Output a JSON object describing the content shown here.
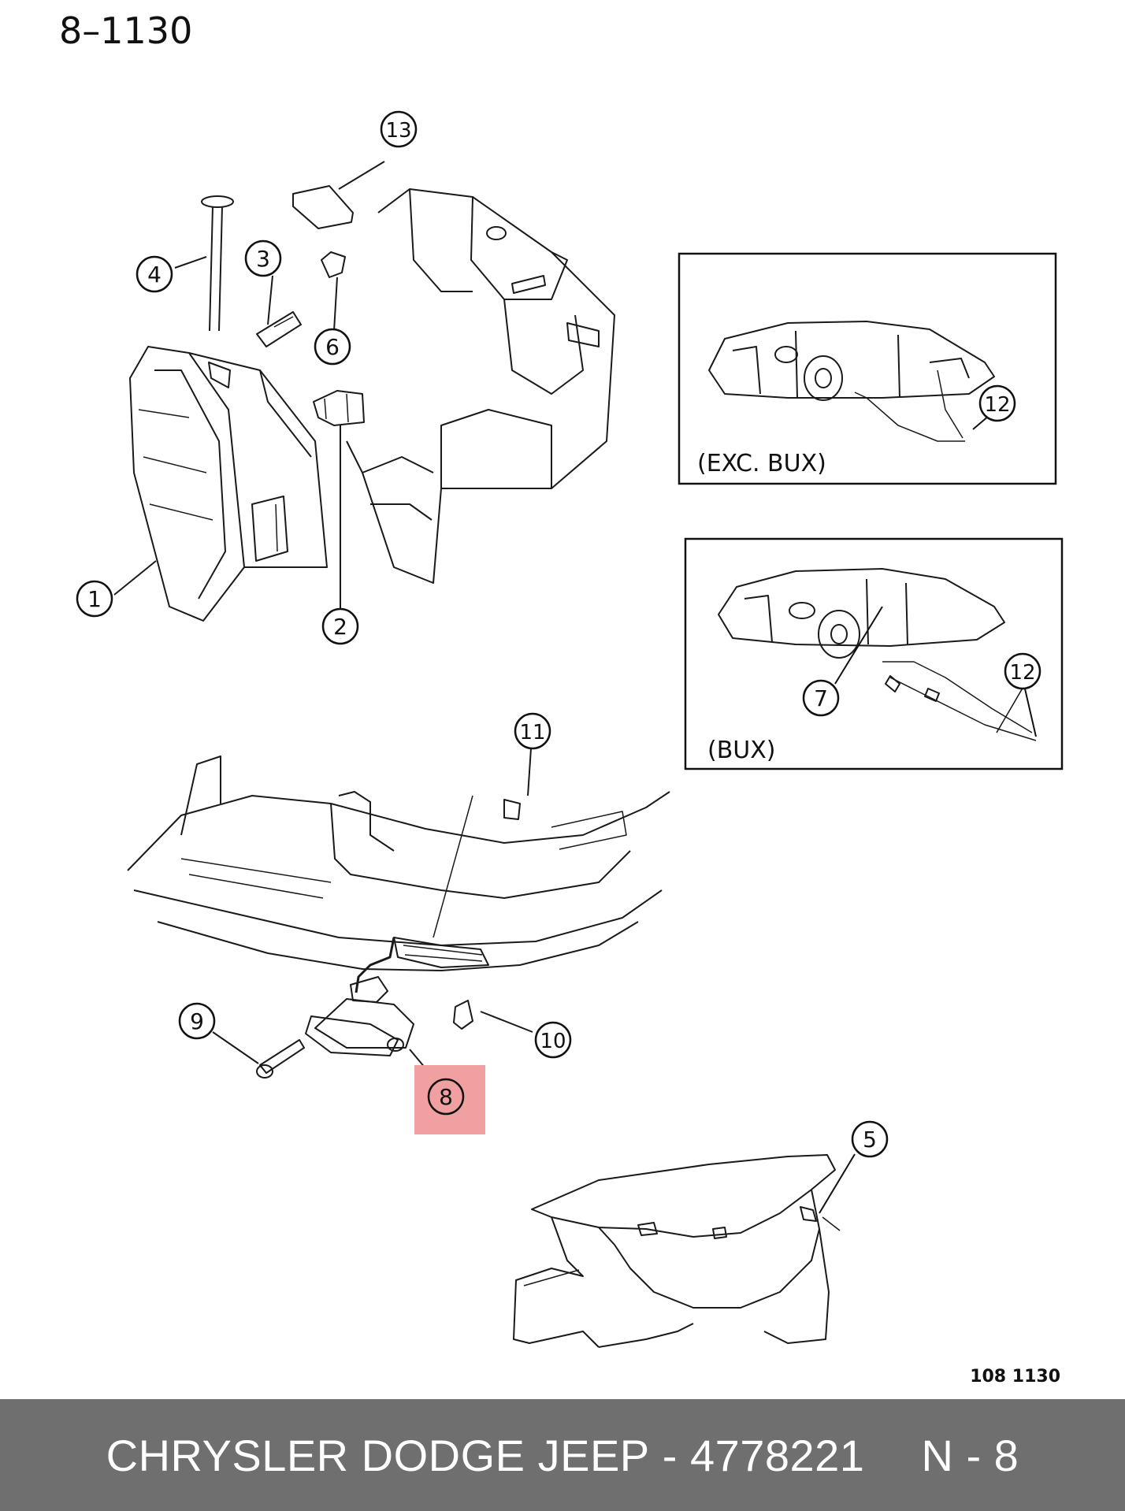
{
  "diagram_code": "8–1130",
  "footer_code": "108 1130",
  "insets": [
    {
      "label": "(EXC. BUX)"
    },
    {
      "label": "(BUX)"
    }
  ],
  "callouts": {
    "c1": "1",
    "c2": "2",
    "c3": "3",
    "c4": "4",
    "c5": "5",
    "c6": "6",
    "c7": "7",
    "c8": "8",
    "c9": "9",
    "c10": "10",
    "c11": "11",
    "c12a": "12",
    "c12b": "12",
    "c13": "13"
  },
  "highlight": {
    "callout": "8",
    "color": "#f0a0a0"
  },
  "footer": {
    "brand": "CHRYSLER DODGE JEEP",
    "separator": "-",
    "part_number": "4778221",
    "page": "N - 8"
  }
}
